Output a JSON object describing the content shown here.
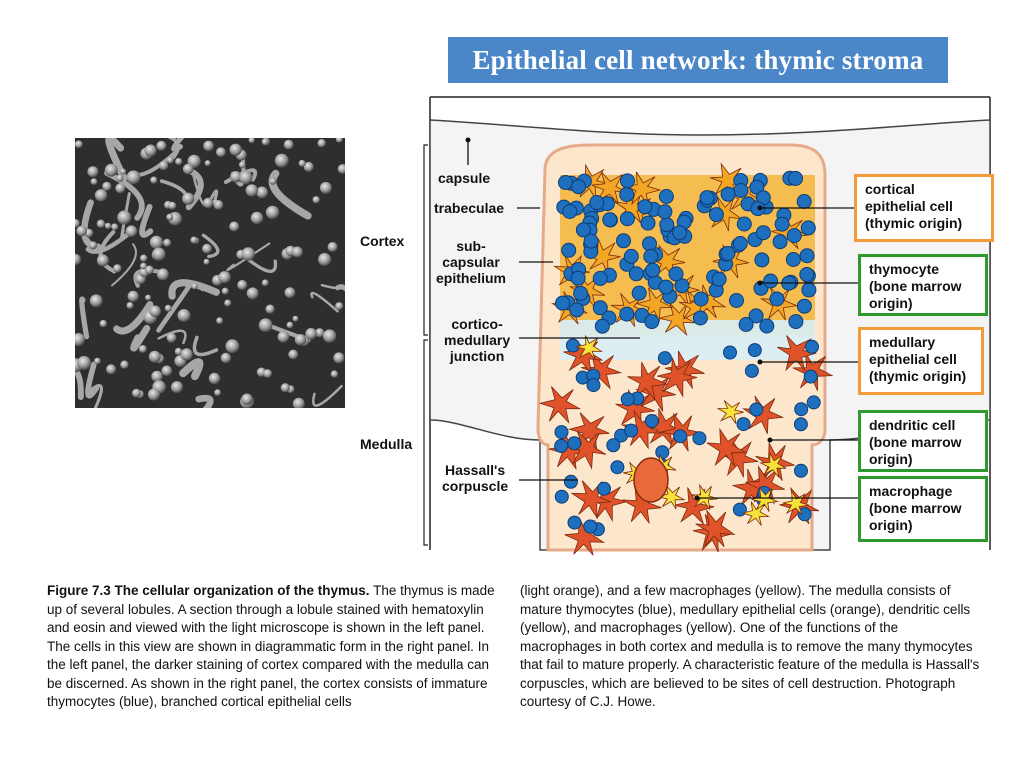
{
  "slide": {
    "title": "Epithelial cell network: thymic stroma"
  },
  "diagram": {
    "regions": {
      "cortex": "Cortex",
      "medulla": "Medulla"
    },
    "structures": {
      "capsule": "capsule",
      "trabeculae": "trabeculae",
      "subcapsular": "sub-\ncapsular\nepithelium",
      "junction": "cortico-\nmedullary\njunction",
      "hassall": "Hassall's\ncorpuscle"
    },
    "cells": [
      {
        "label": "cortical\nepithelial cell\n(thymic origin)",
        "box": "orange"
      },
      {
        "label": "thymocyte\n(bone marrow\norigin)",
        "box": "green"
      },
      {
        "label": "medullary\nepithelial cell\n(thymic origin)",
        "box": "orange"
      },
      {
        "label": "dendritic cell\n(bone marrow\norigin)",
        "box": "green"
      },
      {
        "label": "macrophage\n(bone marrow\norigin)",
        "box": "green"
      }
    ],
    "colors": {
      "thymocyte": "#1f6fbf",
      "cortical_epithelial": "#f2a623",
      "medullary_epithelial": "#e0532a",
      "dendritic_macrophage": "#f7e23a",
      "box_orange": "#f39a3a",
      "box_green": "#2e9a2e",
      "banner": "#4a86c8"
    }
  },
  "caption": {
    "figure_label": "Figure 7.3 The cellular organization of the thymus.",
    "left_text": " The thymus is made up of several lobules. A section through a lobule stained with hematoxylin and eosin and viewed with the light microscope is shown in the left panel. The cells in this view are shown in diagrammatic form in the right panel. In the left panel, the darker staining of cortex compared with the medulla can be discerned. As shown in the right panel, the cortex consists of immature thymocytes (blue), branched cortical epithelial cells",
    "right_text": "(light orange), and a few macrophages (yellow). The medulla consists of mature thymocytes (blue), medullary epithelial cells (orange), dendritic cells (yellow), and macrophages (yellow). One of the functions of the macrophages in both cortex and medulla is to remove the many thymocytes that fail to mature properly. A characteristic feature of the medulla is Hassall's corpuscles, which are believed to be sites of cell destruction. Photograph courtesy of C.J. Howe."
  }
}
